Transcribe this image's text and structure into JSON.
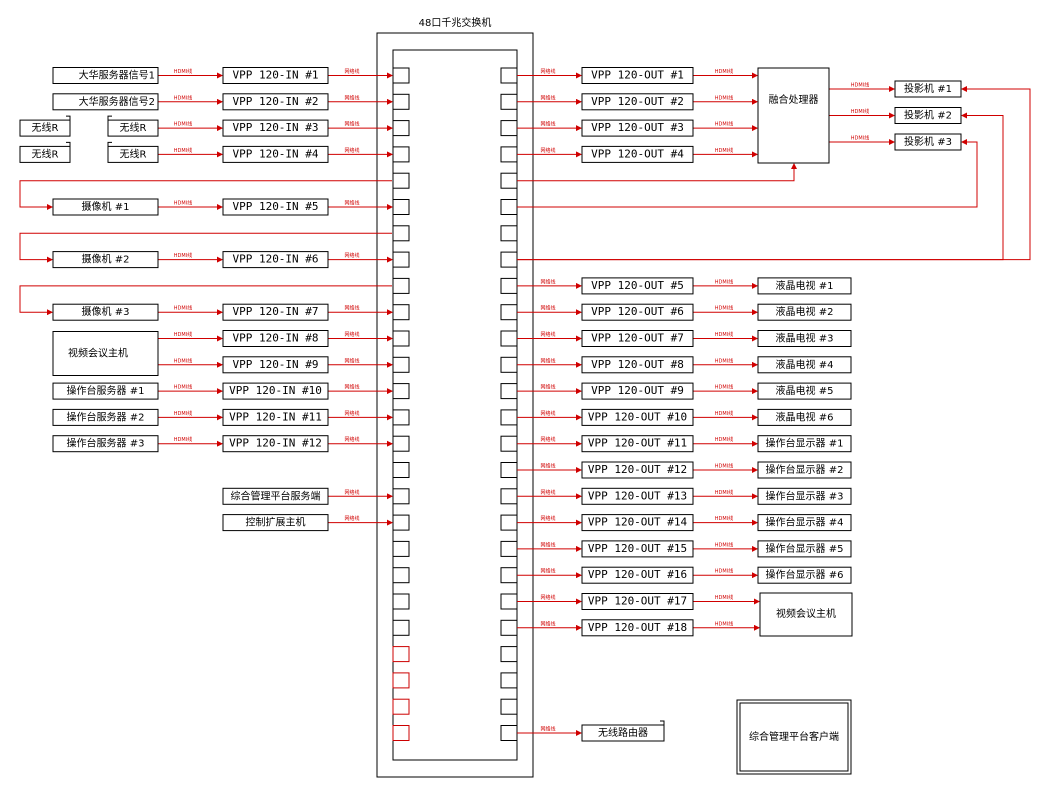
{
  "switch": {
    "title": "48口千兆交换机",
    "left_ports": 26,
    "right_ports": 26,
    "left_red_ports": 4
  },
  "cable_labels": {
    "hdmi": "HDMI线",
    "network": "网络线"
  },
  "sources": [
    {
      "label": "大华服务器信号1",
      "row": 0
    },
    {
      "label": "大华服务器信号2",
      "row": 1
    },
    {
      "label": "无线R",
      "row": 2
    },
    {
      "label": "无线R",
      "row": 3
    },
    {
      "label": "摄像机 #1",
      "row": 5
    },
    {
      "label": "摄像机 #2",
      "row": 7
    },
    {
      "label": "摄像机 #3",
      "row": 9
    },
    {
      "label": "视频会议主机",
      "row": 10
    },
    {
      "label": "操作台服务器 #1",
      "row": 12
    },
    {
      "label": "操作台服务器 #2",
      "row": 13
    },
    {
      "label": "操作台服务器 #3",
      "row": 14
    }
  ],
  "wireless_extra": [
    "无线R",
    "无线R"
  ],
  "encoders": [
    {
      "label": "VPP 120-IN #1",
      "row": 0
    },
    {
      "label": "VPP 120-IN #2",
      "row": 1
    },
    {
      "label": "VPP 120-IN #3",
      "row": 2
    },
    {
      "label": "VPP 120-IN #4",
      "row": 3
    },
    {
      "label": "VPP 120-IN #5",
      "row": 5
    },
    {
      "label": "VPP 120-IN #6",
      "row": 7
    },
    {
      "label": "VPP 120-IN #7",
      "row": 9
    },
    {
      "label": "VPP 120-IN #8",
      "row": 10
    },
    {
      "label": "VPP 120-IN #9",
      "row": 11
    },
    {
      "label": "VPP 120-IN #10",
      "row": 12
    },
    {
      "label": "VPP 120-IN #11",
      "row": 13
    },
    {
      "label": "VPP 120-IN #12",
      "row": 14
    }
  ],
  "left_extra": [
    {
      "label": "综合管理平台服务端",
      "row": 16
    },
    {
      "label": "控制扩展主机",
      "row": 17
    }
  ],
  "decoders": [
    {
      "label": "VPP 120-OUT #1",
      "row": 0
    },
    {
      "label": "VPP 120-OUT #2",
      "row": 1
    },
    {
      "label": "VPP 120-OUT #3",
      "row": 2
    },
    {
      "label": "VPP 120-OUT #4",
      "row": 3
    },
    {
      "label": "VPP 120-OUT #5",
      "row": 8
    },
    {
      "label": "VPP 120-OUT #6",
      "row": 9
    },
    {
      "label": "VPP 120-OUT #7",
      "row": 10
    },
    {
      "label": "VPP 120-OUT #8",
      "row": 11
    },
    {
      "label": "VPP 120-OUT #9",
      "row": 12
    },
    {
      "label": "VPP 120-OUT #10",
      "row": 13
    },
    {
      "label": "VPP 120-OUT #11",
      "row": 14
    },
    {
      "label": "VPP 120-OUT #12",
      "row": 15
    },
    {
      "label": "VPP 120-OUT #13",
      "row": 16
    },
    {
      "label": "VPP 120-OUT #14",
      "row": 17
    },
    {
      "label": "VPP 120-OUT #15",
      "row": 18
    },
    {
      "label": "VPP 120-OUT #16",
      "row": 19
    },
    {
      "label": "VPP 120-OUT #17",
      "row": 20
    },
    {
      "label": "VPP 120-OUT #18",
      "row": 21
    }
  ],
  "fusion": "融合处理器",
  "projectors": [
    "投影机 #1",
    "投影机 #2",
    "投影机 #3"
  ],
  "displays": [
    {
      "label": "液晶电视 #1",
      "row": 8
    },
    {
      "label": "液晶电视 #2",
      "row": 9
    },
    {
      "label": "液晶电视 #3",
      "row": 10
    },
    {
      "label": "液晶电视 #4",
      "row": 11
    },
    {
      "label": "液晶电视 #5",
      "row": 12
    },
    {
      "label": "液晶电视 #6",
      "row": 13
    },
    {
      "label": "操作台显示器 #1",
      "row": 14
    },
    {
      "label": "操作台显示器 #2",
      "row": 15
    },
    {
      "label": "操作台显示器 #3",
      "row": 16
    },
    {
      "label": "操作台显示器 #4",
      "row": 17
    },
    {
      "label": "操作台显示器 #5",
      "row": 18
    },
    {
      "label": "操作台显示器 #6",
      "row": 19
    }
  ],
  "vc_host_out": "视频会议主机",
  "router": "无线路由器",
  "client": "综合管理平台客户端"
}
